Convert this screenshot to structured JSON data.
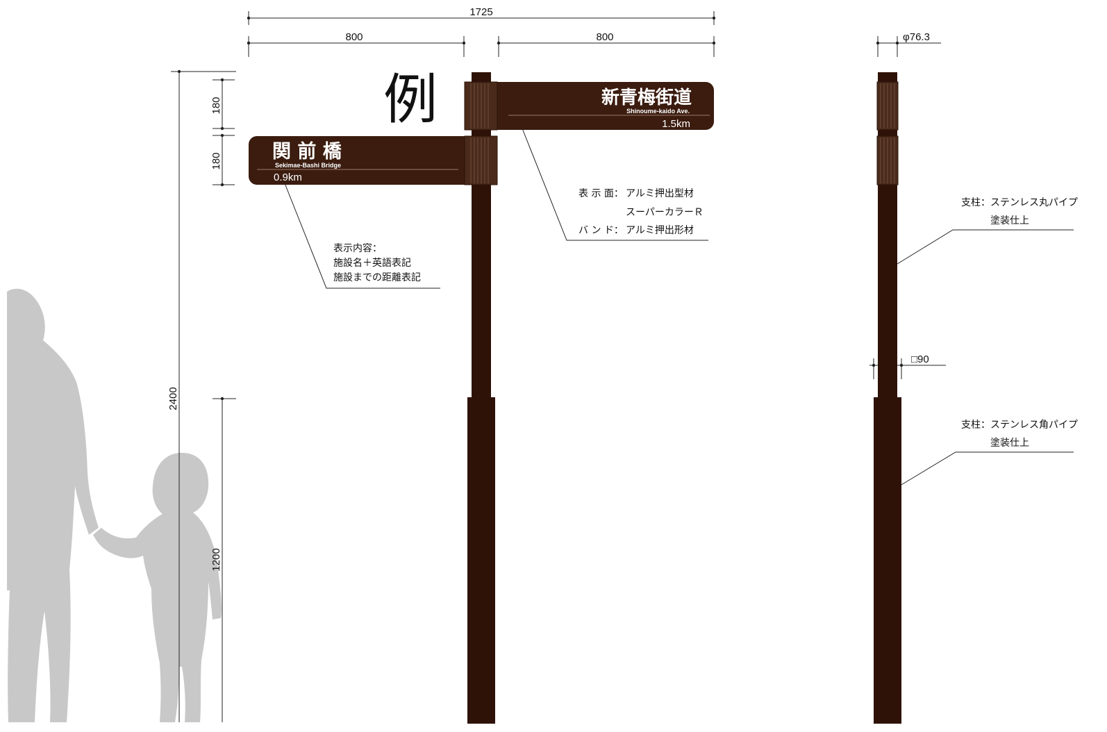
{
  "example_mark": "例",
  "dimensions": {
    "total_width": "1725",
    "left_arm": "800",
    "right_arm": "800",
    "upper_sign_height": "180",
    "lower_sign_height": "180",
    "total_height": "2400",
    "base_height": "1200",
    "round_pipe_dia": "φ76.3",
    "square_pipe": "□90"
  },
  "signs": {
    "right": {
      "name": "新青梅街道",
      "english": "Shinoume-kaido Ave.",
      "distance": "1.5km"
    },
    "left": {
      "name": "関 前 橋",
      "english": "Sekimae-Bashi Bridge",
      "distance": "0.9km"
    }
  },
  "notes": {
    "surface_label": "表 示 面：",
    "surface_material": "アルミ押出型材",
    "surface_finish": "スーパーカラーＲ",
    "band_label": "バ ン ド：",
    "band_material": "アルミ押出形材",
    "content_line1": "表示内容：",
    "content_line2": "施設名＋英語表記",
    "content_line3": "施設までの距離表記",
    "round_post_line1": "支柱：ステンレス丸パイプ",
    "round_post_line2": "塗装仕上",
    "square_post_line1": "支柱：ステンレス角パイプ",
    "square_post_line2": "塗装仕上"
  },
  "colors": {
    "sign_brown": "#3b1c0f",
    "post_brown": "#2e1208",
    "band_brown": "#4a2a1a",
    "silhouette_gray": "#c8c8c8"
  },
  "icons": [
    "adult-silhouette-icon",
    "child-silhouette-icon"
  ]
}
